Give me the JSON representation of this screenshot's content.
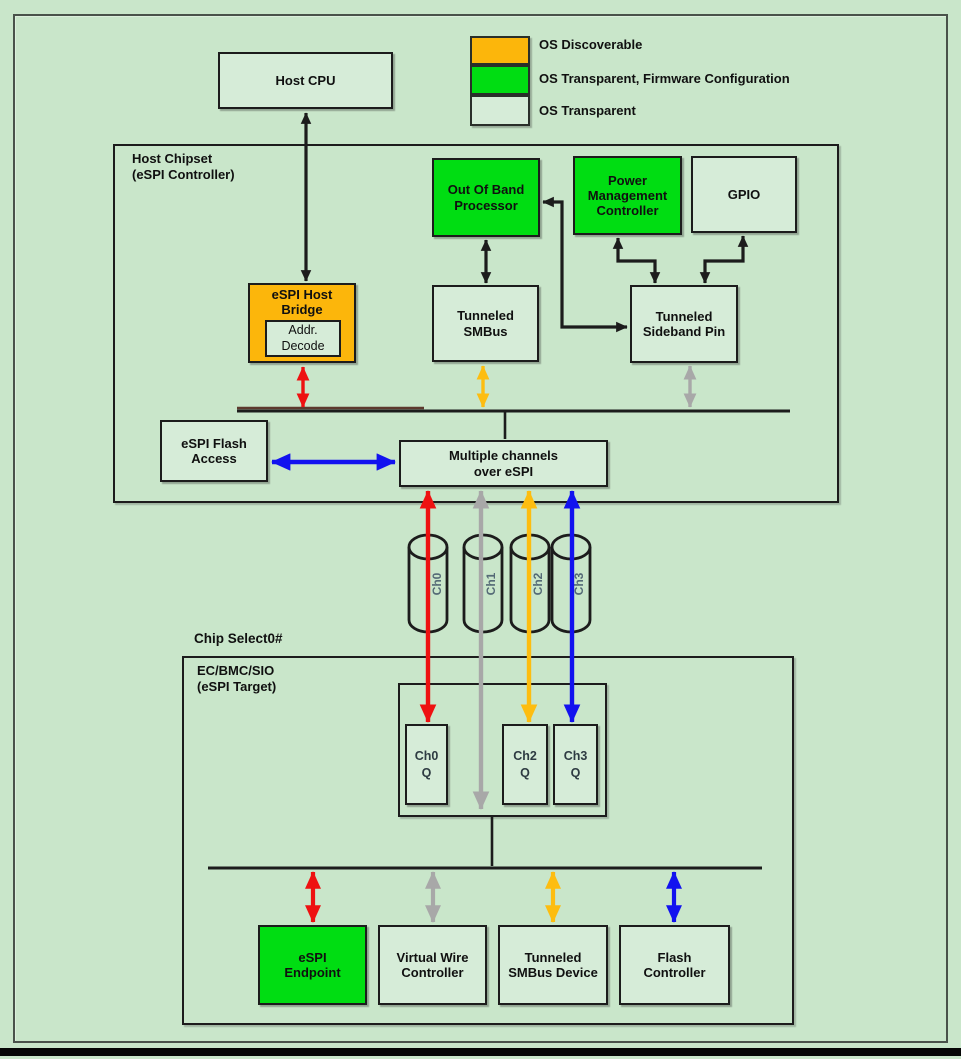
{
  "legend": {
    "items": [
      {
        "label": "OS Discoverable",
        "color": "#fcb60b"
      },
      {
        "label": "OS Transparent, Firmware Configuration",
        "color": "#00dd12"
      },
      {
        "label": "OS Transparent",
        "color": "#d6ecd8"
      }
    ]
  },
  "colors": {
    "background": "#c9e6ca",
    "box_fill": "#d6ecd8",
    "orange": "#fcb60b",
    "green": "#00dd12",
    "black": "#1c1c1c",
    "red": "#ee1111",
    "gray": "#a8a8a8",
    "yellow": "#fdbd10",
    "blue": "#1212ef",
    "brown": "#5d3a2e"
  },
  "nodes": {
    "host_cpu": "Host CPU",
    "host_chipset_label": "Host Chipset\n(eSPI Controller)",
    "oob_processor": "Out Of Band\nProcessor",
    "power_mgmt": "Power\nManagement\nController",
    "gpio": "GPIO",
    "espi_host_bridge": "eSPI Host\nBridge",
    "addr_decode": "Addr.\nDecode",
    "tunneled_smbus": "Tunneled\nSMBus",
    "tunneled_sideband": "Tunneled\nSideband Pin",
    "espi_flash_access": "eSPI Flash\nAccess",
    "multiple_channels": "Multiple channels\nover eSPI",
    "chip_select": "Chip Select0#",
    "ec_label": "EC/BMC/SIO\n(eSPI Target)",
    "ch0_q": "Ch0\nQ",
    "ch2_q": "Ch2\nQ",
    "ch3_q": "Ch3\nQ",
    "espi_endpoint": "eSPI\nEndpoint",
    "virtual_wire_controller": "Virtual Wire\nController",
    "tunneled_smbus_device": "Tunneled\nSMBus Device",
    "flash_controller": "Flash\nController"
  },
  "channels": {
    "pipes": [
      "Ch0",
      "Ch1",
      "Ch2",
      "Ch3"
    ]
  }
}
